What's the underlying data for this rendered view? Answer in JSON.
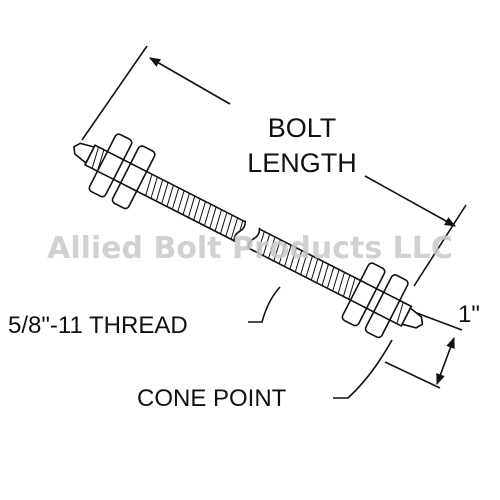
{
  "labels": {
    "bolt_length_line1": "BOLT",
    "bolt_length_line2": "LENGTH",
    "thread": "5/8\"-11 THREAD",
    "cone_point": "CONE POINT",
    "one_inch": "1\""
  },
  "watermark": "Allied Bolt Products LLC",
  "colors": {
    "line": "#111111",
    "background": "#ffffff",
    "watermark": "#c9c9c9"
  }
}
